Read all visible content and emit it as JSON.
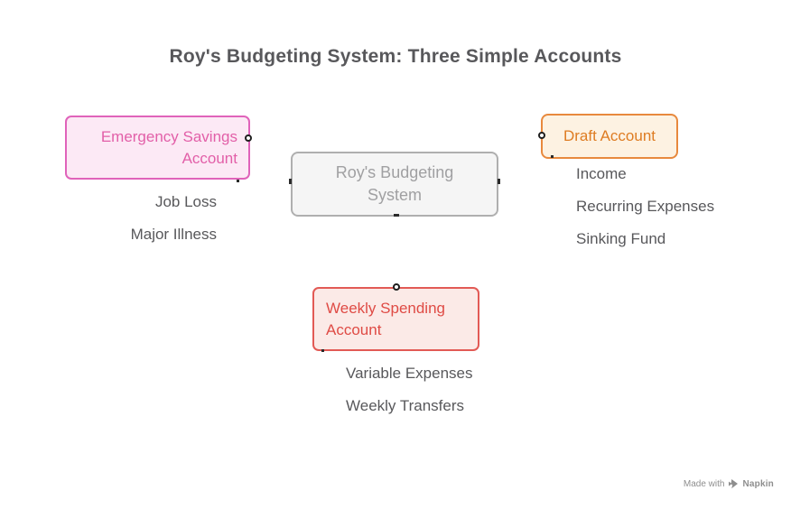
{
  "title": "Roy's Budgeting System: Three Simple Accounts",
  "center": {
    "label": "Roy's Budgeting System"
  },
  "branches": {
    "emergency": {
      "label": "Emergency Savings Account",
      "items": [
        "Job Loss",
        "Major Illness"
      ]
    },
    "draft": {
      "label": "Draft Account",
      "items": [
        "Income",
        "Recurring Expenses",
        "Sinking Fund"
      ]
    },
    "weekly": {
      "label": "Weekly Spending Account",
      "items": [
        "Variable Expenses",
        "Weekly Transfers"
      ]
    }
  },
  "watermark": {
    "prefix": "Made with",
    "brand": "Napkin"
  },
  "colors": {
    "title_text": "#58585B",
    "item_text": "#58585B",
    "pink_border": "#E063BA",
    "pink_bg": "#FCE9F5",
    "pink_text": "#E25FA8",
    "orange_border": "#E8893D",
    "orange_bg": "#FDF2E2",
    "orange_text": "#DE7C22",
    "red_border": "#E25A55",
    "red_bg": "#FBEAE7",
    "red_text": "#DF4B45",
    "gray_border": "#AFAFAF",
    "gray_bg": "#F5F5F5",
    "gray_text": "#A0A0A2",
    "port_fill": "#FFFFFF",
    "port_stroke": "#1F1F1F",
    "watermark_text": "#8E8E8E"
  }
}
